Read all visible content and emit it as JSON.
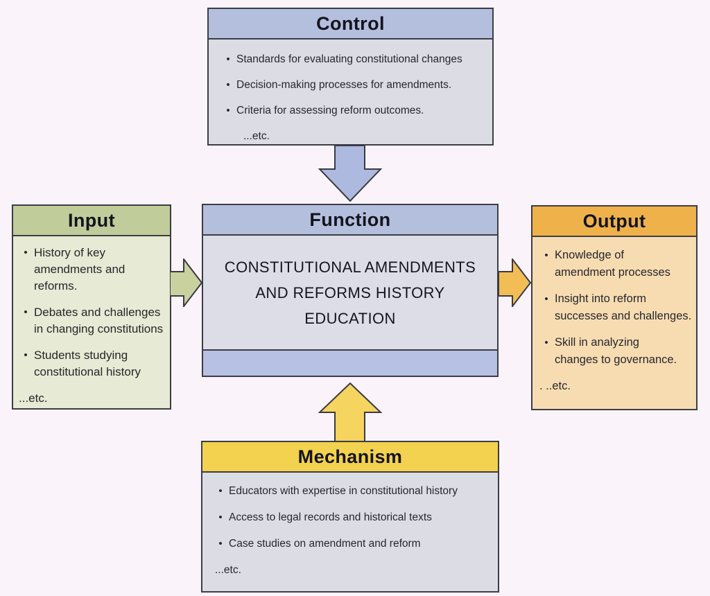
{
  "ui": {
    "bullet": "•",
    "page_bg": "#faf4fa",
    "border_color": "#3c3c46"
  },
  "control": {
    "title": "Control",
    "header_bg": "#b4bedd",
    "body_bg": "#dcdce5",
    "items": [
      "Standards for evaluating constitutional changes",
      "Decision-making processes for amendments.",
      "Criteria for assessing reform outcomes."
    ],
    "etc": "...etc."
  },
  "input": {
    "title": "Input",
    "header_bg": "#c0cc9a",
    "body_bg": "#e7ead4",
    "items": [
      "History of key\namendments  and\nreforms.",
      "Debates and challenges\nin changing constitutions",
      "Students studying\nconstitutional history"
    ],
    "etc": "...etc."
  },
  "function": {
    "title": "Function",
    "header_bg": "#b4bedd",
    "body_bg": "#dddde7",
    "footer_bg": "#b7c1e3",
    "text": "CONSTITUTIONAL AMENDMENTS\nAND REFORMS HISTORY\nEDUCATION"
  },
  "output": {
    "title": "Output",
    "header_bg": "#efb24a",
    "body_bg": "#f7dcb2",
    "items": [
      "Knowledge of\namendment processes",
      "Insight into reform\nsuccesses and challenges.",
      "Skill in analyzing\nchanges to governance."
    ],
    "etc": ". ..etc."
  },
  "mechanism": {
    "title": "Mechanism",
    "header_bg": "#f2d24e",
    "body_bg": "#dcdce5",
    "items": [
      "Educators with expertise in constitutional history",
      "Access to legal records and historical texts",
      "Case studies on amendment and reform"
    ],
    "etc": "...etc."
  },
  "arrows": {
    "control_to_function": {
      "color": "#aeb9df"
    },
    "input_to_function": {
      "color": "#c9d29f"
    },
    "function_to_output": {
      "color": "#f2bd55"
    },
    "mechanism_to_function": {
      "color": "#f5d45f"
    }
  }
}
